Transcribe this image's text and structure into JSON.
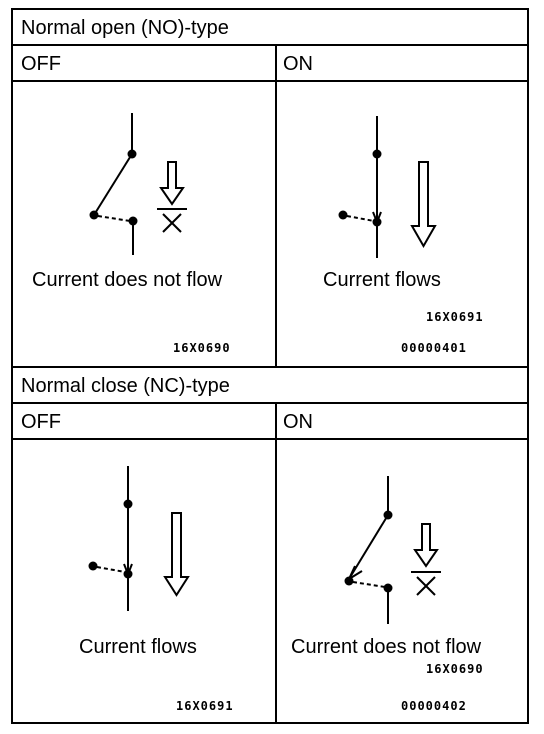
{
  "sections": {
    "no": {
      "title": "Normal open (NO)-type",
      "off": {
        "header": "OFF",
        "caption": "Current does not flow",
        "code": "16X0690"
      },
      "on": {
        "header": "ON",
        "caption": "Current flows",
        "code": "16X0691",
        "id": "00000401"
      }
    },
    "nc": {
      "title": "Normal close (NC)-type",
      "off": {
        "header": "OFF",
        "caption": "Current flows",
        "code": "16X0691"
      },
      "on": {
        "header": "ON",
        "caption": "Current does not flow",
        "code": "16X0690",
        "id": "00000402"
      }
    }
  }
}
